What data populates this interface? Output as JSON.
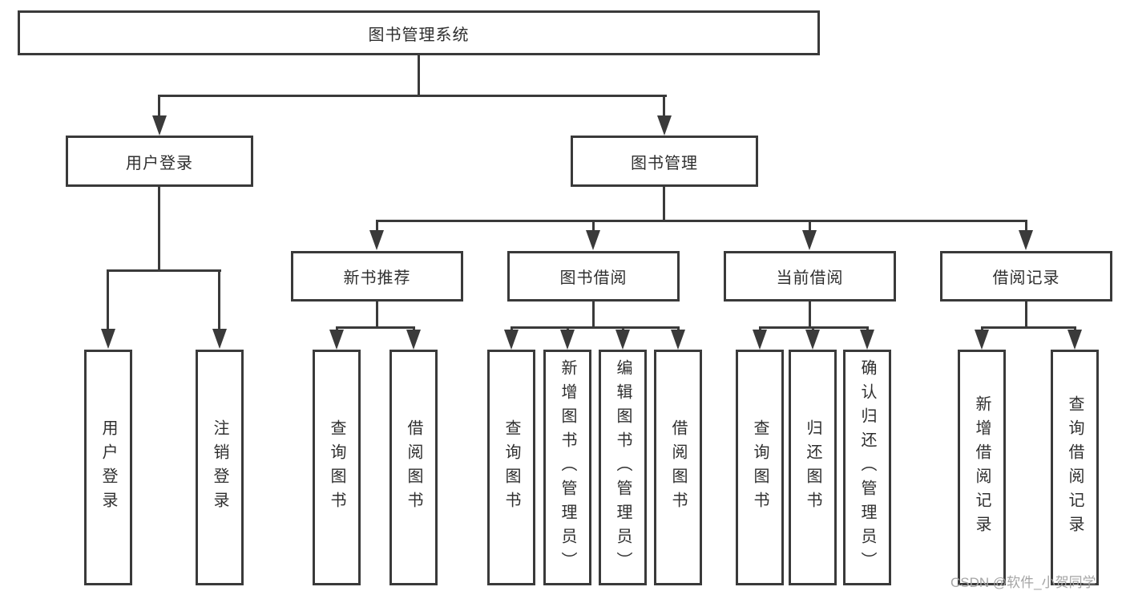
{
  "root": {
    "label": "图书管理系统"
  },
  "level1": [
    {
      "label": "用户登录"
    },
    {
      "label": "图书管理"
    }
  ],
  "level2": [
    {
      "label": "新书推荐"
    },
    {
      "label": "图书借阅"
    },
    {
      "label": "当前借阅"
    },
    {
      "label": "借阅记录"
    }
  ],
  "leaves": [
    {
      "label": "用户登录",
      "parent": "用户登录"
    },
    {
      "label": "注销登录",
      "parent": "用户登录"
    },
    {
      "label": "查询图书",
      "parent": "新书推荐"
    },
    {
      "label": "借阅图书",
      "parent": "新书推荐"
    },
    {
      "label": "查询图书",
      "parent": "图书借阅"
    },
    {
      "label": "新增图书（管理员）",
      "parent": "图书借阅"
    },
    {
      "label": "编辑图书（管理员）",
      "parent": "图书借阅"
    },
    {
      "label": "借阅图书",
      "parent": "图书借阅"
    },
    {
      "label": "查询图书",
      "parent": "当前借阅"
    },
    {
      "label": "归还图书",
      "parent": "当前借阅"
    },
    {
      "label": "确认归还（管理员）",
      "parent": "当前借阅"
    },
    {
      "label": "新增借阅记录",
      "parent": "借阅记录"
    },
    {
      "label": "查询借阅记录",
      "parent": "借阅记录"
    }
  ],
  "watermark": {
    "text": "CSDN @软件_小贺同学"
  },
  "colors": {
    "line": "#3a3a3a",
    "text": "#2f2f2f",
    "watermark": "#a5a5a5",
    "background": "#ffffff"
  }
}
